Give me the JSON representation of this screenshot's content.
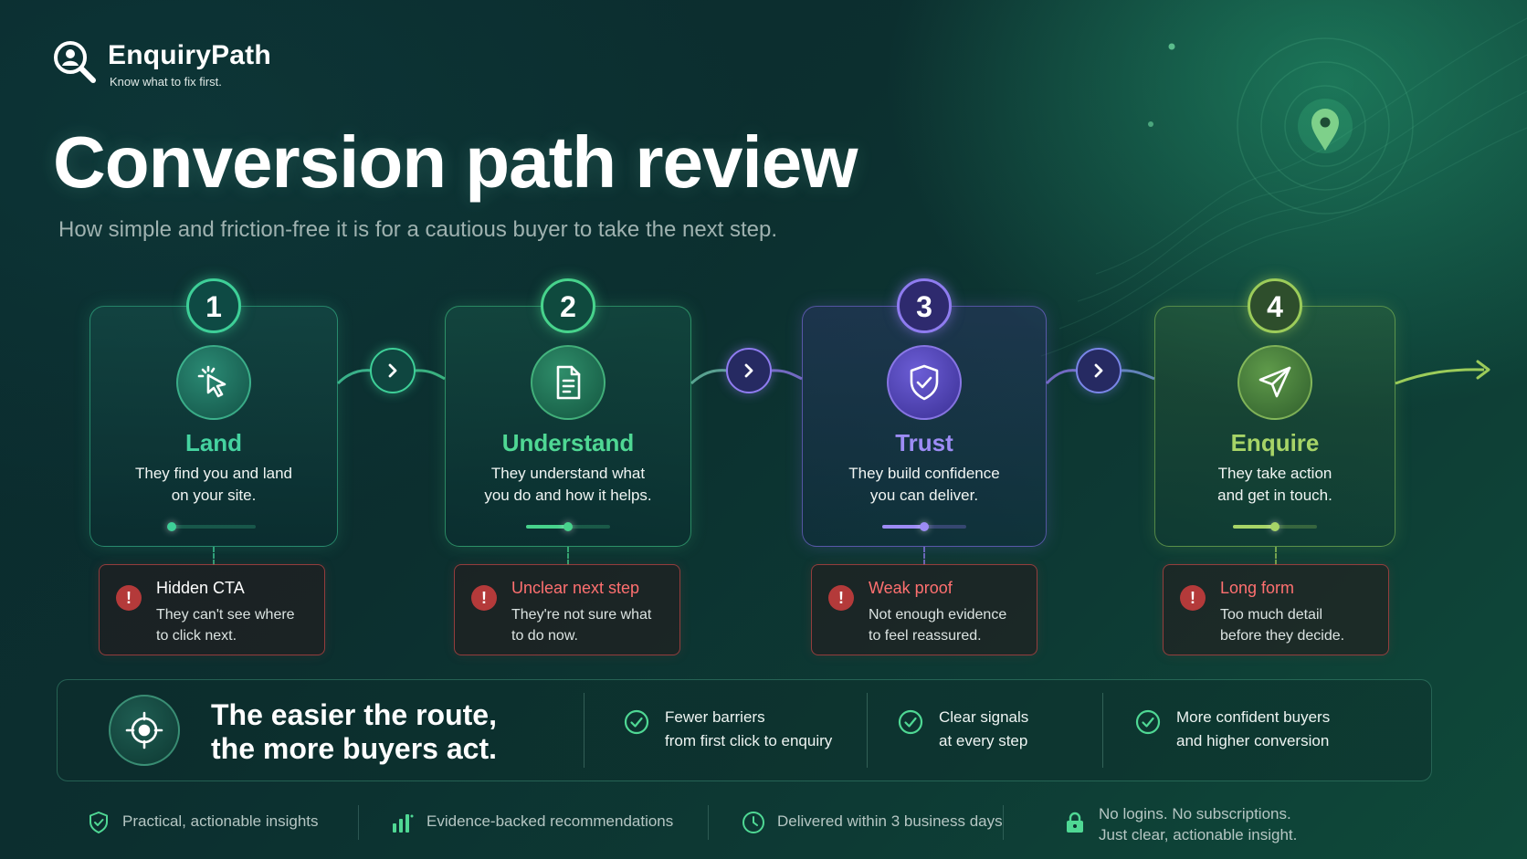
{
  "brand": {
    "name": "EnquiryPath",
    "tagline": "Know what to fix first.",
    "icon": "magnifier-person-icon"
  },
  "title": "Conversion path review",
  "subtitle": "How simple and friction-free it is for a cautious buyer to take the next step.",
  "colors": {
    "land": "#45d3a0",
    "understand": "#4fd894",
    "trust": "#9d8cf5",
    "enquire": "#a7d467",
    "issue": "#ff6b6b",
    "background": "#0c2f2f"
  },
  "steps": [
    {
      "number": "1",
      "title": "Land",
      "line1": "They find you and land",
      "line2": "on your site.",
      "icon": "cursor-click-icon",
      "progress": 0.0
    },
    {
      "number": "2",
      "title": "Understand",
      "line1": "They understand what",
      "line2": "you do and how it helps.",
      "icon": "document-icon",
      "progress": 0.5
    },
    {
      "number": "3",
      "title": "Trust",
      "line1": "They build confidence",
      "line2": "you can deliver.",
      "icon": "shield-check-icon",
      "progress": 0.5
    },
    {
      "number": "4",
      "title": "Enquire",
      "line1": "They take action",
      "line2": "and get in touch.",
      "icon": "paper-plane-icon",
      "progress": 0.5
    }
  ],
  "issues": [
    {
      "title": "Hidden CTA",
      "line1": "They can't see where",
      "line2": "to click next.",
      "icon": "alert-icon"
    },
    {
      "title": "Unclear next step",
      "line1": "They're not sure what",
      "line2": "to do now.",
      "icon": "alert-icon"
    },
    {
      "title": "Weak proof",
      "line1": "Not enough evidence",
      "line2": "to feel reassured.",
      "icon": "alert-icon"
    },
    {
      "title": "Long form",
      "line1": "Too much detail",
      "line2": "before they decide.",
      "icon": "alert-icon"
    }
  ],
  "banner": {
    "headline_line1": "The easier the route,",
    "headline_line2": "the more buyers act.",
    "icon": "target-icon",
    "benefits": [
      {
        "line1": "Fewer barriers",
        "line2": "from first click to enquiry",
        "icon": "check-circle-icon"
      },
      {
        "line1": "Clear signals",
        "line2": "at every step",
        "icon": "check-circle-icon"
      },
      {
        "line1": "More confident buyers",
        "line2": "and higher conversion",
        "icon": "check-circle-icon"
      }
    ]
  },
  "footer": [
    {
      "text": "Practical, actionable insights",
      "icon": "shield-check-icon"
    },
    {
      "text": "Evidence-backed recommendations",
      "icon": "bar-chart-icon"
    },
    {
      "text": "Delivered within 3 business days",
      "icon": "clock-icon"
    },
    {
      "line1": "No logins. No subscriptions.",
      "line2": "Just clear, actionable insight.",
      "icon": "lock-icon"
    }
  ]
}
